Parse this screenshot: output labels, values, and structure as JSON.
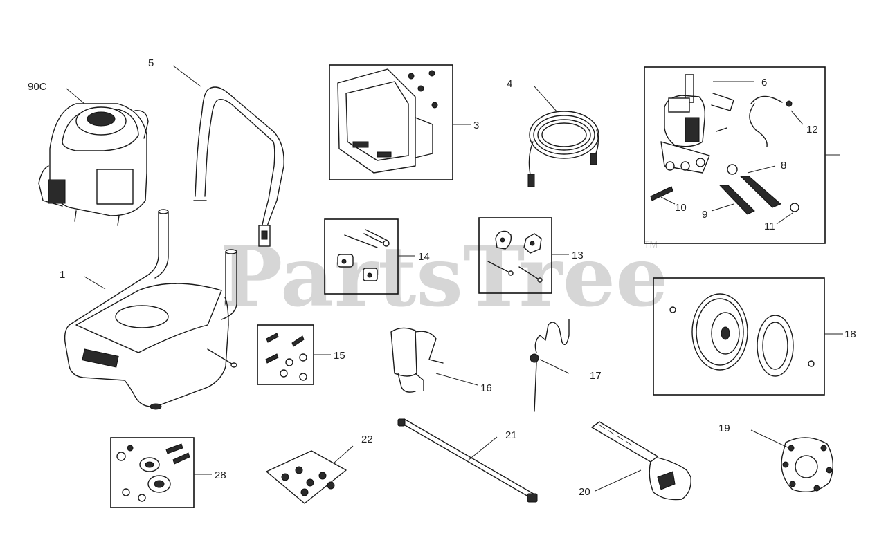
{
  "watermark": {
    "text": "PartsTree",
    "trademark": "TM"
  },
  "callouts": {
    "engine": "90C",
    "handle": "5",
    "frame": "1",
    "panel": "3",
    "hose": "4",
    "pump_assembly": "",
    "pump_item_6": "6",
    "pump_item_12": "12",
    "pump_item_8": "8",
    "pump_item_10": "10",
    "pump_item_9": "9",
    "pump_item_11": "11",
    "hardware_kit_14": "14",
    "knob_kit": "13",
    "wheel_kit": "18",
    "bolt_kit_15": "15",
    "holder": "16",
    "gun_holder": "17",
    "bearing_kit": "28",
    "decal_pack": "22",
    "wand": "21",
    "spray_gun": "20",
    "nozzle_caddy": "19"
  }
}
